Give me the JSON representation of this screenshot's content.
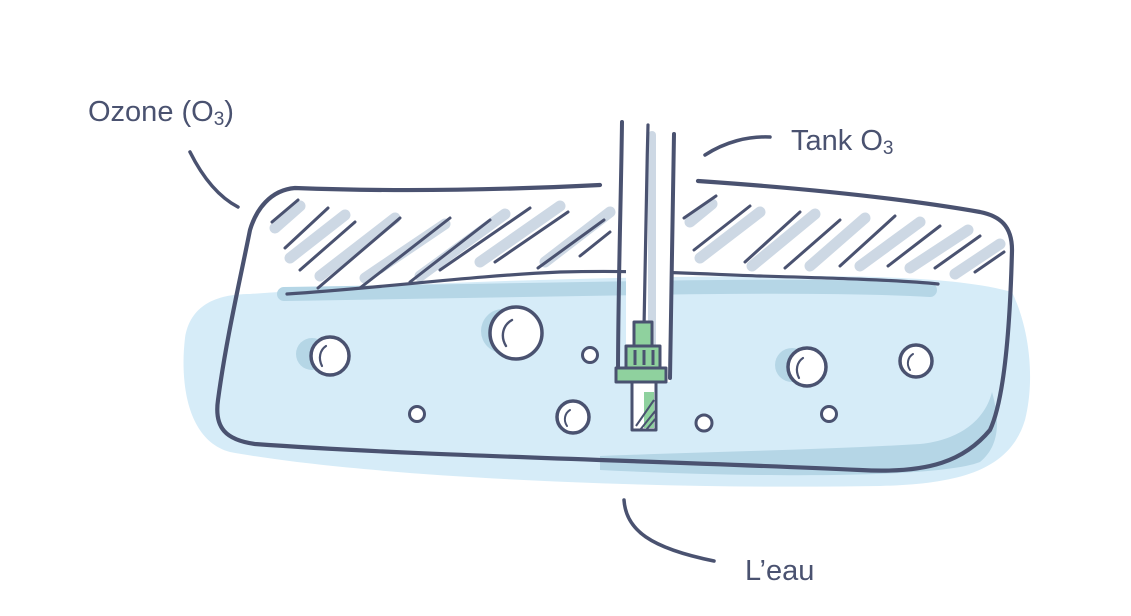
{
  "labels": {
    "ozone": {
      "text": "Ozone (O",
      "sub": "3",
      "suffix": ")"
    },
    "tank": {
      "text": "Tank O",
      "sub": "3"
    },
    "water": {
      "text": "L’eau"
    }
  },
  "colors": {
    "stroke": "#4a5270",
    "water": "#d6ecf8",
    "water_shadow": "#b5d6e6",
    "hatch_shadow": "#cdd8e4",
    "nozzle": "#8fd19e"
  },
  "icons": {
    "bubble": "bubble-icon",
    "nozzle": "diffuser-nozzle-icon"
  }
}
